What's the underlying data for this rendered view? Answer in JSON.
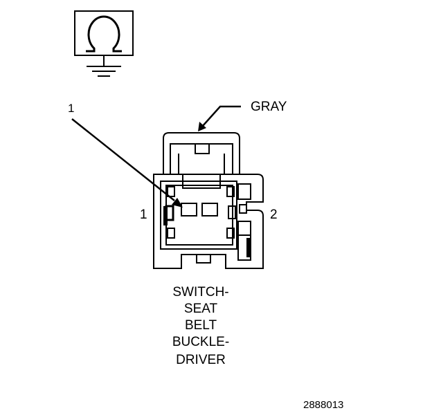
{
  "diagram": {
    "color_label": "GRAY",
    "callout_number": "1",
    "pin_left": "1",
    "pin_right": "2",
    "caption_lines": [
      "SWITCH-",
      "SEAT",
      "BELT",
      "BUCKLE-",
      "DRIVER"
    ],
    "figure_id": "2888013",
    "symbol_icon": "ground-omega-icon",
    "line_color": "#000000",
    "background_color": "#ffffff"
  }
}
